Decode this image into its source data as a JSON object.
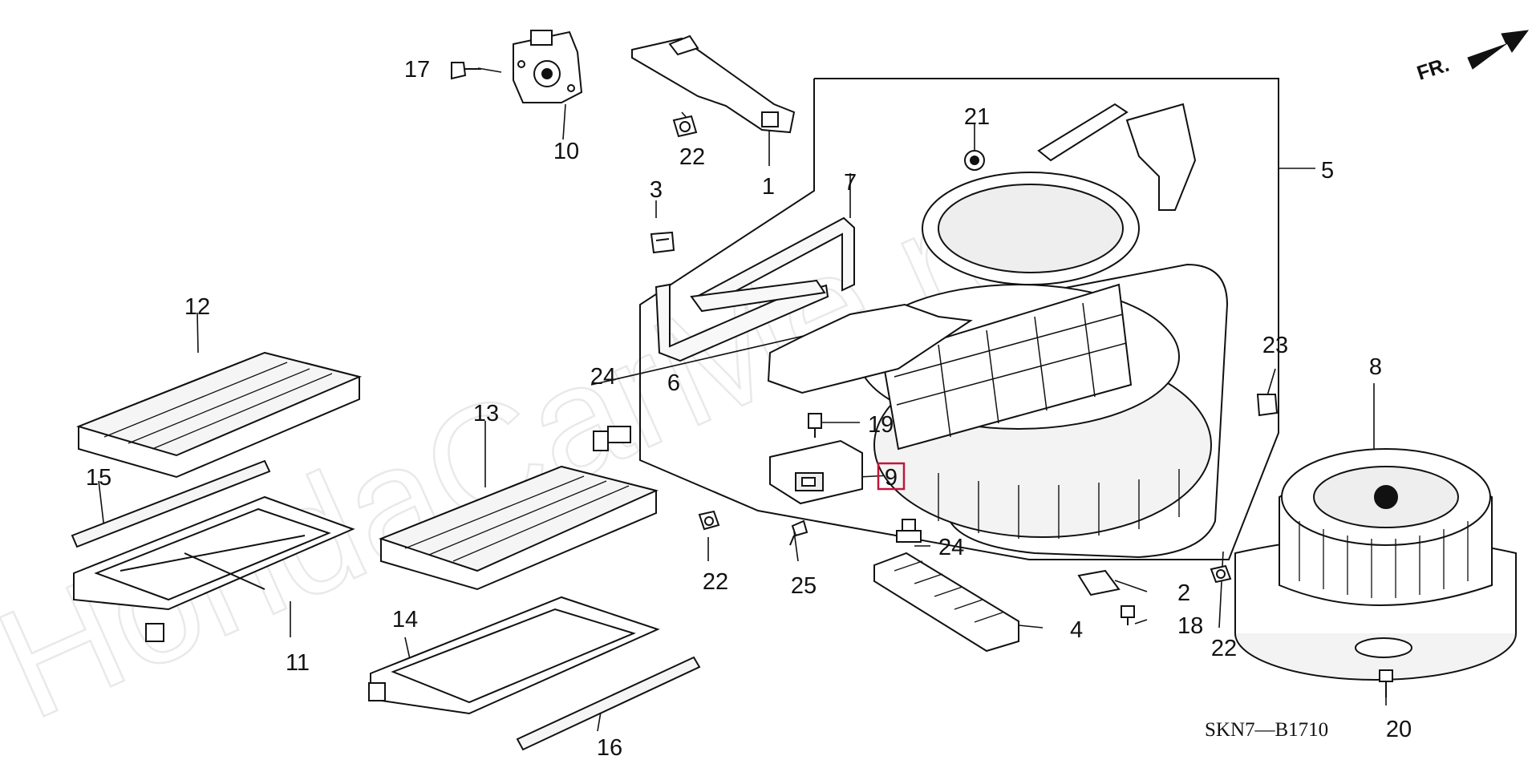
{
  "watermark": "HondaCarMe.ru",
  "direction_label": "FR.",
  "diagram_code": "SKN7—B1710",
  "highlight_color": "#c0153c",
  "callouts": {
    "c1": "1",
    "c2": "2",
    "c3": "3",
    "c4": "4",
    "c5": "5",
    "c6": "6",
    "c7": "7",
    "c8": "8",
    "c9": "9",
    "c10": "10",
    "c11": "11",
    "c12": "12",
    "c13": "13",
    "c14": "14",
    "c15": "15",
    "c16": "16",
    "c17": "17",
    "c18": "18",
    "c19": "19",
    "c20": "20",
    "c21": "21",
    "c22a": "22",
    "c22b": "22",
    "c22c": "22",
    "c23": "23",
    "c24a": "24",
    "c24b": "24",
    "c25": "25"
  }
}
